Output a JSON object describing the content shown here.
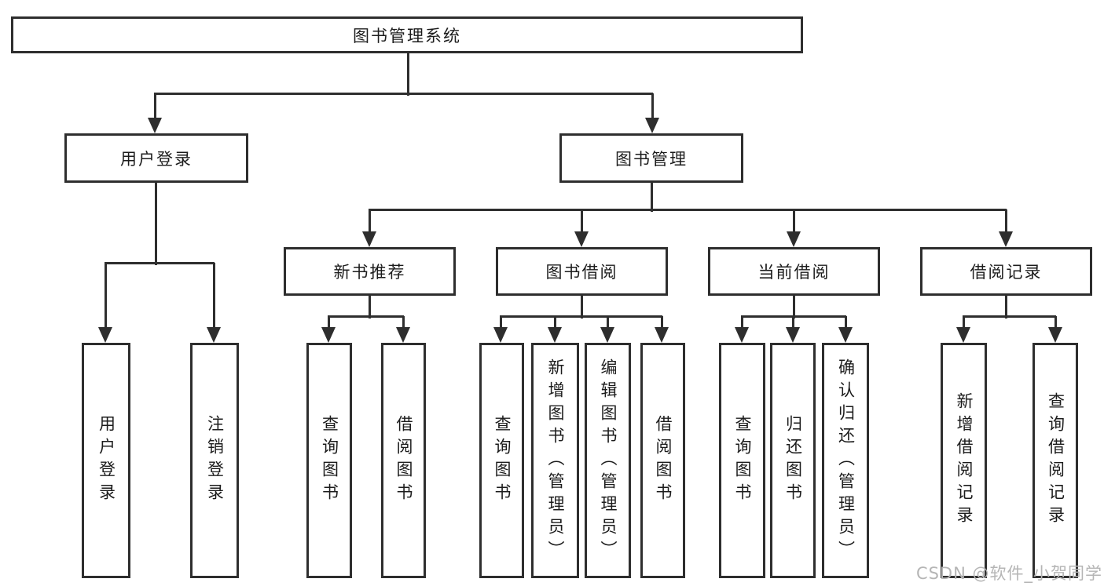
{
  "colors": {
    "line": "#2e2e2e",
    "text": "#1c1c1c",
    "background": "#ffffff",
    "watermark": "#b5b5b5"
  },
  "watermark": {
    "text": "CSDN @软件_小贺同学"
  },
  "tree": {
    "root": "图书管理系统",
    "level2": [
      {
        "label": "用户登录",
        "children": [
          "用户登录",
          "注销登录"
        ]
      },
      {
        "label": "图书管理",
        "children": [
          {
            "label": "新书推荐",
            "children": [
              "查询图书",
              "借阅图书"
            ]
          },
          {
            "label": "图书借阅",
            "children": [
              "查询图书",
              "新增图书（管理员）",
              "编辑图书（管理员）",
              "借阅图书"
            ]
          },
          {
            "label": "当前借阅",
            "children": [
              "查询图书",
              "归还图书",
              "确认归还（管理员）"
            ]
          },
          {
            "label": "借阅记录",
            "children": [
              "新增借阅记录",
              "查询借阅记录"
            ]
          }
        ]
      }
    ]
  }
}
